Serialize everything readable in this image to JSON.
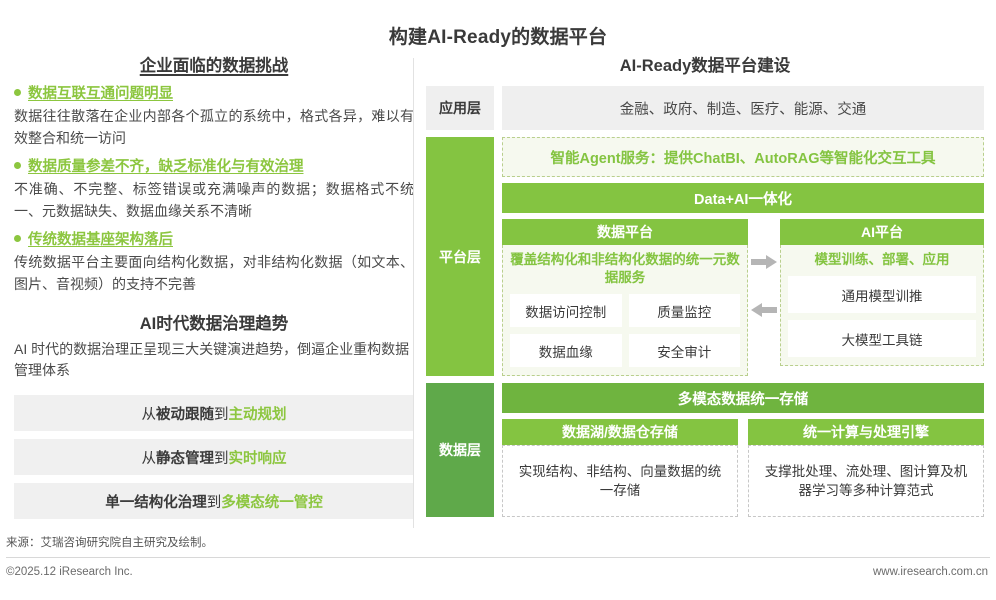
{
  "title": "构建AI-Ready的数据平台",
  "left": {
    "challenges_heading": "企业面临的数据挑战",
    "challenges": [
      {
        "title": "数据互联互通问题明显",
        "body": "数据往往散落在企业内部各个孤立的系统中，格式各异，难以有效整合和统一访问"
      },
      {
        "title": "数据质量参差不齐，缺乏标准化与有效治理",
        "body": "不准确、不完整、标签错误或充满噪声的数据；数据格式不统一、元数据缺失、数据血缘关系不清晰"
      },
      {
        "title": "传统数据基座架构落后",
        "body": "传统数据平台主要面向结构化数据，对非结构化数据（如文本、图片、音视频）的支持不完善"
      }
    ],
    "trend_heading": "AI时代数据治理趋势",
    "trend_intro": "AI 时代的数据治理正呈现三大关键演进趋势，倒逼企业重构数据管理体系",
    "trends": [
      {
        "from_prefix": "从",
        "from": "被动跟随",
        "to_word": "到",
        "to": "主动规划"
      },
      {
        "from_prefix": "从",
        "from": "静态管理",
        "to_word": "到",
        "to": "实时响应"
      },
      {
        "from_prefix": "",
        "from": "单一结构化治理",
        "to_word": "到",
        "to": "多模态统一管控"
      }
    ]
  },
  "right": {
    "heading": "AI-Ready数据平台建设",
    "layers": {
      "application": {
        "label": "应用层",
        "content": "金融、政府、制造、医疗、能源、交通"
      },
      "platform": {
        "label": "平台层",
        "agent_service": "智能Agent服务：提供ChatBI、AutoRAG等智能化交互工具",
        "data_ai_band": "Data+AI一体化",
        "data_platform": {
          "head": "数据平台",
          "subtitle": "覆盖结构化和非结构化数据的统一元数据服务",
          "chips": [
            "数据访问控制",
            "质量监控",
            "数据血缘",
            "安全审计"
          ]
        },
        "ai_platform": {
          "head": "AI平台",
          "subtitle": "模型训练、部署、应用",
          "chips": [
            "通用模型训推",
            "大模型工具链"
          ]
        }
      },
      "data": {
        "label": "数据层",
        "unified_storage_band": "多模态数据统一存储",
        "cards": [
          {
            "head": "数据湖/数据仓存储",
            "body": "实现结构、非结构、向量数据的统一存储"
          },
          {
            "head": "统一计算与处理引擎",
            "body": "支撑批处理、流处理、图计算及机器学习等多种计算范式"
          }
        ]
      }
    }
  },
  "footer": {
    "source": "来源：艾瑞咨询研究院自主研究及绘制。",
    "copyright": "©2025.12 iResearch Inc.",
    "website": "www.iresearch.com.cn"
  },
  "colors": {
    "brand_green": "#84c441",
    "dark_green": "#5fa94a",
    "band_green": "#6fb43f",
    "panel_bg": "#f6f9ef",
    "grey_band": "#efefef",
    "arrow_grey": "#b5b5b5"
  }
}
